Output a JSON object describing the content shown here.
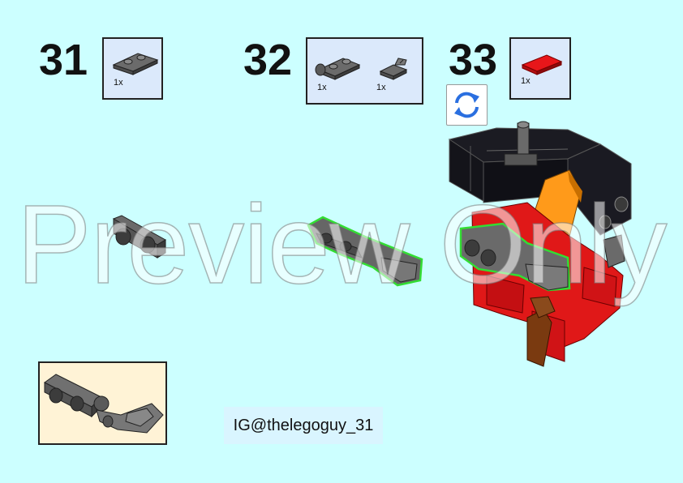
{
  "steps": [
    {
      "number": "31",
      "parts": [
        {
          "qty": "1x",
          "icon": "plate-1x2-dark-gray"
        }
      ]
    },
    {
      "number": "32",
      "parts": [
        {
          "qty": "1x",
          "icon": "plate-1x2-with-handle-dark-gray"
        },
        {
          "qty": "1x",
          "icon": "clip-dark-gray"
        }
      ]
    },
    {
      "number": "33",
      "parts": [
        {
          "qty": "1x",
          "icon": "tile-1x2-red"
        }
      ]
    }
  ],
  "rotate_icon": "rotate-arrows-icon",
  "credit": "IG@thelegoguy_31",
  "watermark": "Preview Only",
  "colors": {
    "background": "#ccffff",
    "callout_bg": "#dbe9fb",
    "subassembly_bg": "#fff3d6",
    "highlight": "#33dd33"
  }
}
